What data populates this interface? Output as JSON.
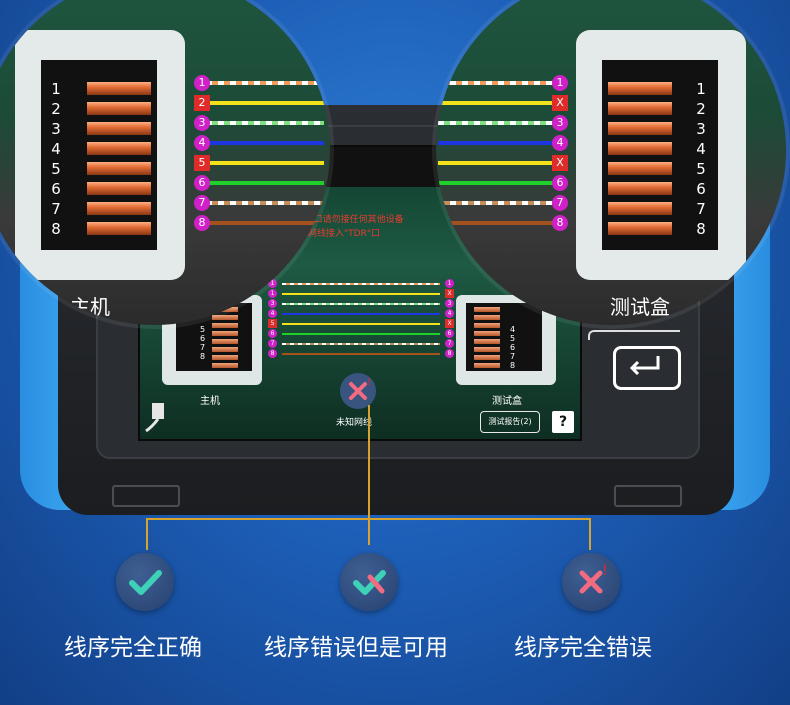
{
  "screen": {
    "warning_line1": "'TDR'口请勿接任何其他设备",
    "warning_line2": "请将网线接入\"TDR\"口",
    "host_label": "主机",
    "tester_label": "测试盒",
    "status_label": "未知网线",
    "report_button": "测试报告(2)",
    "help_button": "?"
  },
  "magnifier_left": {
    "label": "主机",
    "pins": [
      "1",
      "2",
      "3",
      "4",
      "5",
      "6",
      "7",
      "8"
    ],
    "markers": [
      "1",
      "2",
      "3",
      "4",
      "5",
      "6",
      "7",
      "8"
    ]
  },
  "magnifier_right": {
    "label": "测试盒",
    "pins": [
      "1",
      "2",
      "3",
      "4",
      "5",
      "6",
      "7",
      "8"
    ],
    "markers": [
      "1",
      "X",
      "3",
      "4",
      "X",
      "6",
      "7",
      "8"
    ]
  },
  "screen_wires": {
    "left_markers": [
      "1",
      "1",
      "3",
      "4",
      "5",
      "6",
      "7",
      "8"
    ],
    "right_markers": [
      "1",
      "X",
      "3",
      "4",
      "X",
      "6",
      "7",
      "8"
    ]
  },
  "legend": {
    "correct": "线序完全正确",
    "usable": "线序错误但是可用",
    "wrong": "线序完全错误"
  },
  "colors": {
    "wire_white_orange": "#f29a59",
    "wire_orange": "#ff9a1a",
    "wire_white_green": "#7fe07f",
    "wire_blue": "#1e36e0",
    "wire_white_blue": "#8ea4ff",
    "wire_green": "#1fcf2a",
    "wire_white_brown": "#c88b5a",
    "wire_brown": "#a4521d",
    "yellow_wire": "#f3e11b",
    "accent_gold": "#d6a32c",
    "check_teal": "#3fd0b8",
    "cross_pink": "#f26b80"
  }
}
